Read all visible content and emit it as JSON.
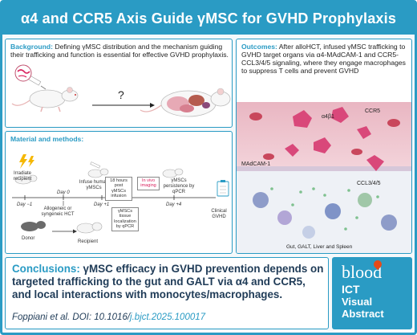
{
  "title": "α4 and CCR5 Axis Guide γMSC for GVHD Prophylaxis",
  "background": {
    "lead": "Background:",
    "text": " Defining γMSC distribution and the mechanism guiding their trafficking and function is essential for effective GVHD prophylaxis.",
    "question_mark": "?"
  },
  "methods": {
    "lead": "Material and methods:",
    "irradiate": "Irradiate recipient",
    "infuse": "Infuse human γMSCs",
    "hours_box": "18 hours post γMSCs infusion",
    "invivo_box": "In vivo imaging",
    "persist": "γMSCs persistence by qPCR",
    "tissue_box": "γMSCs tissue localization by qPCR",
    "day_m1": "Day −1",
    "day_0": "Day 0",
    "day_p1": "Day +1",
    "day_p4": "Day +4",
    "clinical": "Clinical GVHD",
    "hct": "Allogeneic or syngeneic HCT",
    "donor": "Donor",
    "recipient": "Recipient"
  },
  "outcomes": {
    "lead": "Outcomes:",
    "text": " After alloHCT, infused γMSC trafficking to GVHD target organs via α4-MAdCAM-1 and CCR5-CCL3/4/5 signaling, where they engage macrophages to suppress T cells and prevent GVHD",
    "a4b1": "α4β1",
    "ccr5": "CCR5",
    "madcam": "MAdCAM-1",
    "ccl": "CCL3/4/5",
    "organs": "Gut, GALT, Liver and Spleen"
  },
  "conclusions": {
    "lead": "Conclusions:",
    "text": " γMSC efficacy in GVHD prevention depends on targeted trafficking to the gut and GALT via α4 and CCR5, and local interactions with monocytes/macrophages.",
    "cite_prefix": "Foppiani et al. DOI: 10.1016/",
    "cite_doi": "j.bjct.2025.100017"
  },
  "brand": {
    "blood": "blood",
    "ict": "ICT",
    "visual": "Visual",
    "abstract": "Abstract"
  }
}
